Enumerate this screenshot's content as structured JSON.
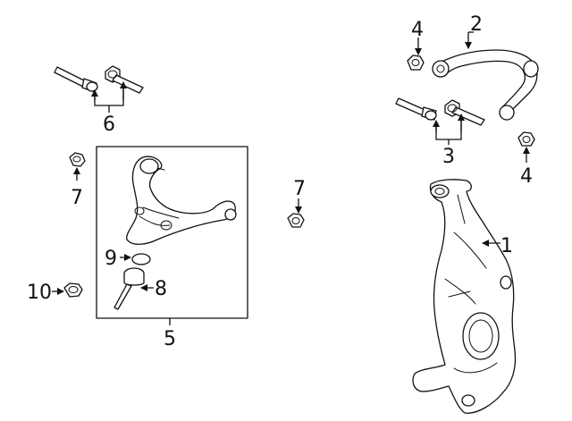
{
  "diagram": {
    "background": "#ffffff",
    "line_color": "#111111",
    "callouts": {
      "c1": "1",
      "c2": "2",
      "c3": "3",
      "c4a": "4",
      "c4b": "4",
      "c5": "5",
      "c6": "6",
      "c7a": "7",
      "c7b": "7",
      "c8": "8",
      "c9": "9",
      "c10": "10"
    }
  }
}
